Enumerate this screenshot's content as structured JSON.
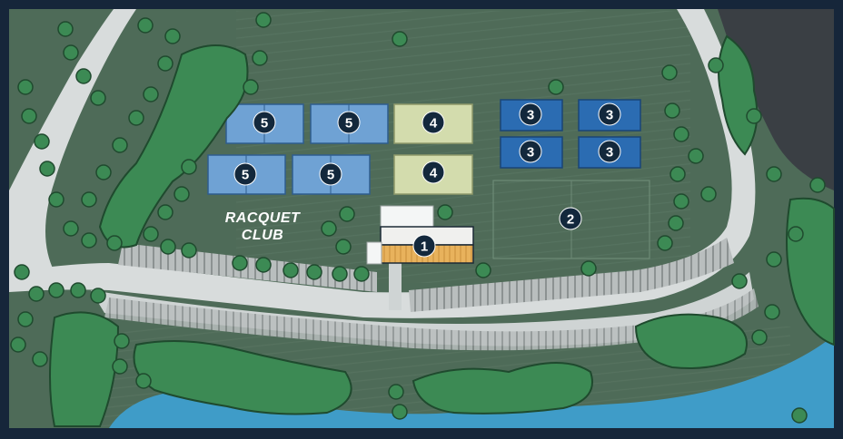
{
  "map": {
    "area_label_line1": "RACQUET",
    "area_label_line2": "CLUB",
    "markers": [
      {
        "id": "m1",
        "number": "1"
      },
      {
        "id": "m2",
        "number": "2"
      },
      {
        "id": "m3a",
        "number": "3"
      },
      {
        "id": "m3b",
        "number": "3"
      },
      {
        "id": "m3c",
        "number": "3"
      },
      {
        "id": "m3d",
        "number": "3"
      },
      {
        "id": "m4a",
        "number": "4"
      },
      {
        "id": "m4b",
        "number": "4"
      },
      {
        "id": "m5a",
        "number": "5"
      },
      {
        "id": "m5b",
        "number": "5"
      },
      {
        "id": "m5c",
        "number": "5"
      },
      {
        "id": "m5d",
        "number": "5"
      }
    ],
    "colors": {
      "frame": "#16263a",
      "grass": "#4e6b58",
      "trees": "#2f7a4a",
      "path": "#d8dcdc",
      "water": "#3f9cc8",
      "court_blue_dark": "#2b6cb2",
      "court_blue_light": "#6fa2d4",
      "court_yellow": "#d3dcad",
      "building_accent": "#e8b25c",
      "marker": "#13283c"
    },
    "icons": [
      "tree-icon",
      "court-icon",
      "marker-icon"
    ]
  }
}
